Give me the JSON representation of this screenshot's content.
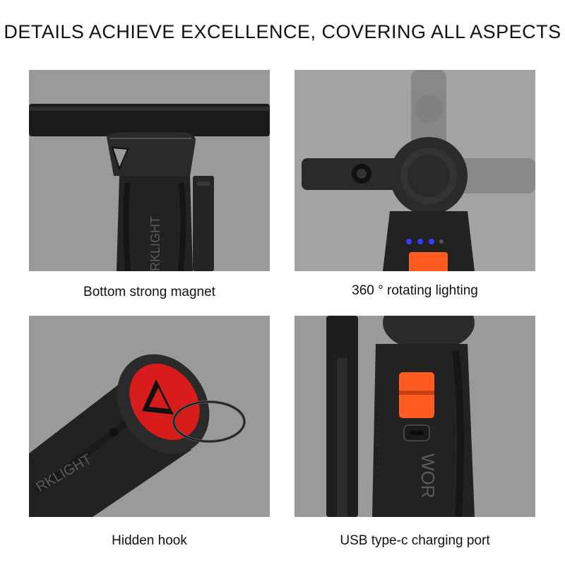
{
  "headline": "DETAILS ACHIEVE EXCELLENCE, COVERING ALL ASPECTS",
  "panels": [
    {
      "caption": "Bottom strong magnet",
      "embossed_text": "RKLIGHT"
    },
    {
      "caption": "360 ° rotating lighting"
    },
    {
      "caption": "Hidden hook",
      "embossed_text": "RKLIGHT"
    },
    {
      "caption": "USB type-c charging port",
      "embossed_text": "WOR"
    }
  ],
  "colors": {
    "panel_background": "#9a9a9a",
    "device_body": "#222222",
    "accent_orange": "#ff5a1f",
    "indicator_blue": "#3b3bff",
    "hook_red": "#d81c1c"
  }
}
